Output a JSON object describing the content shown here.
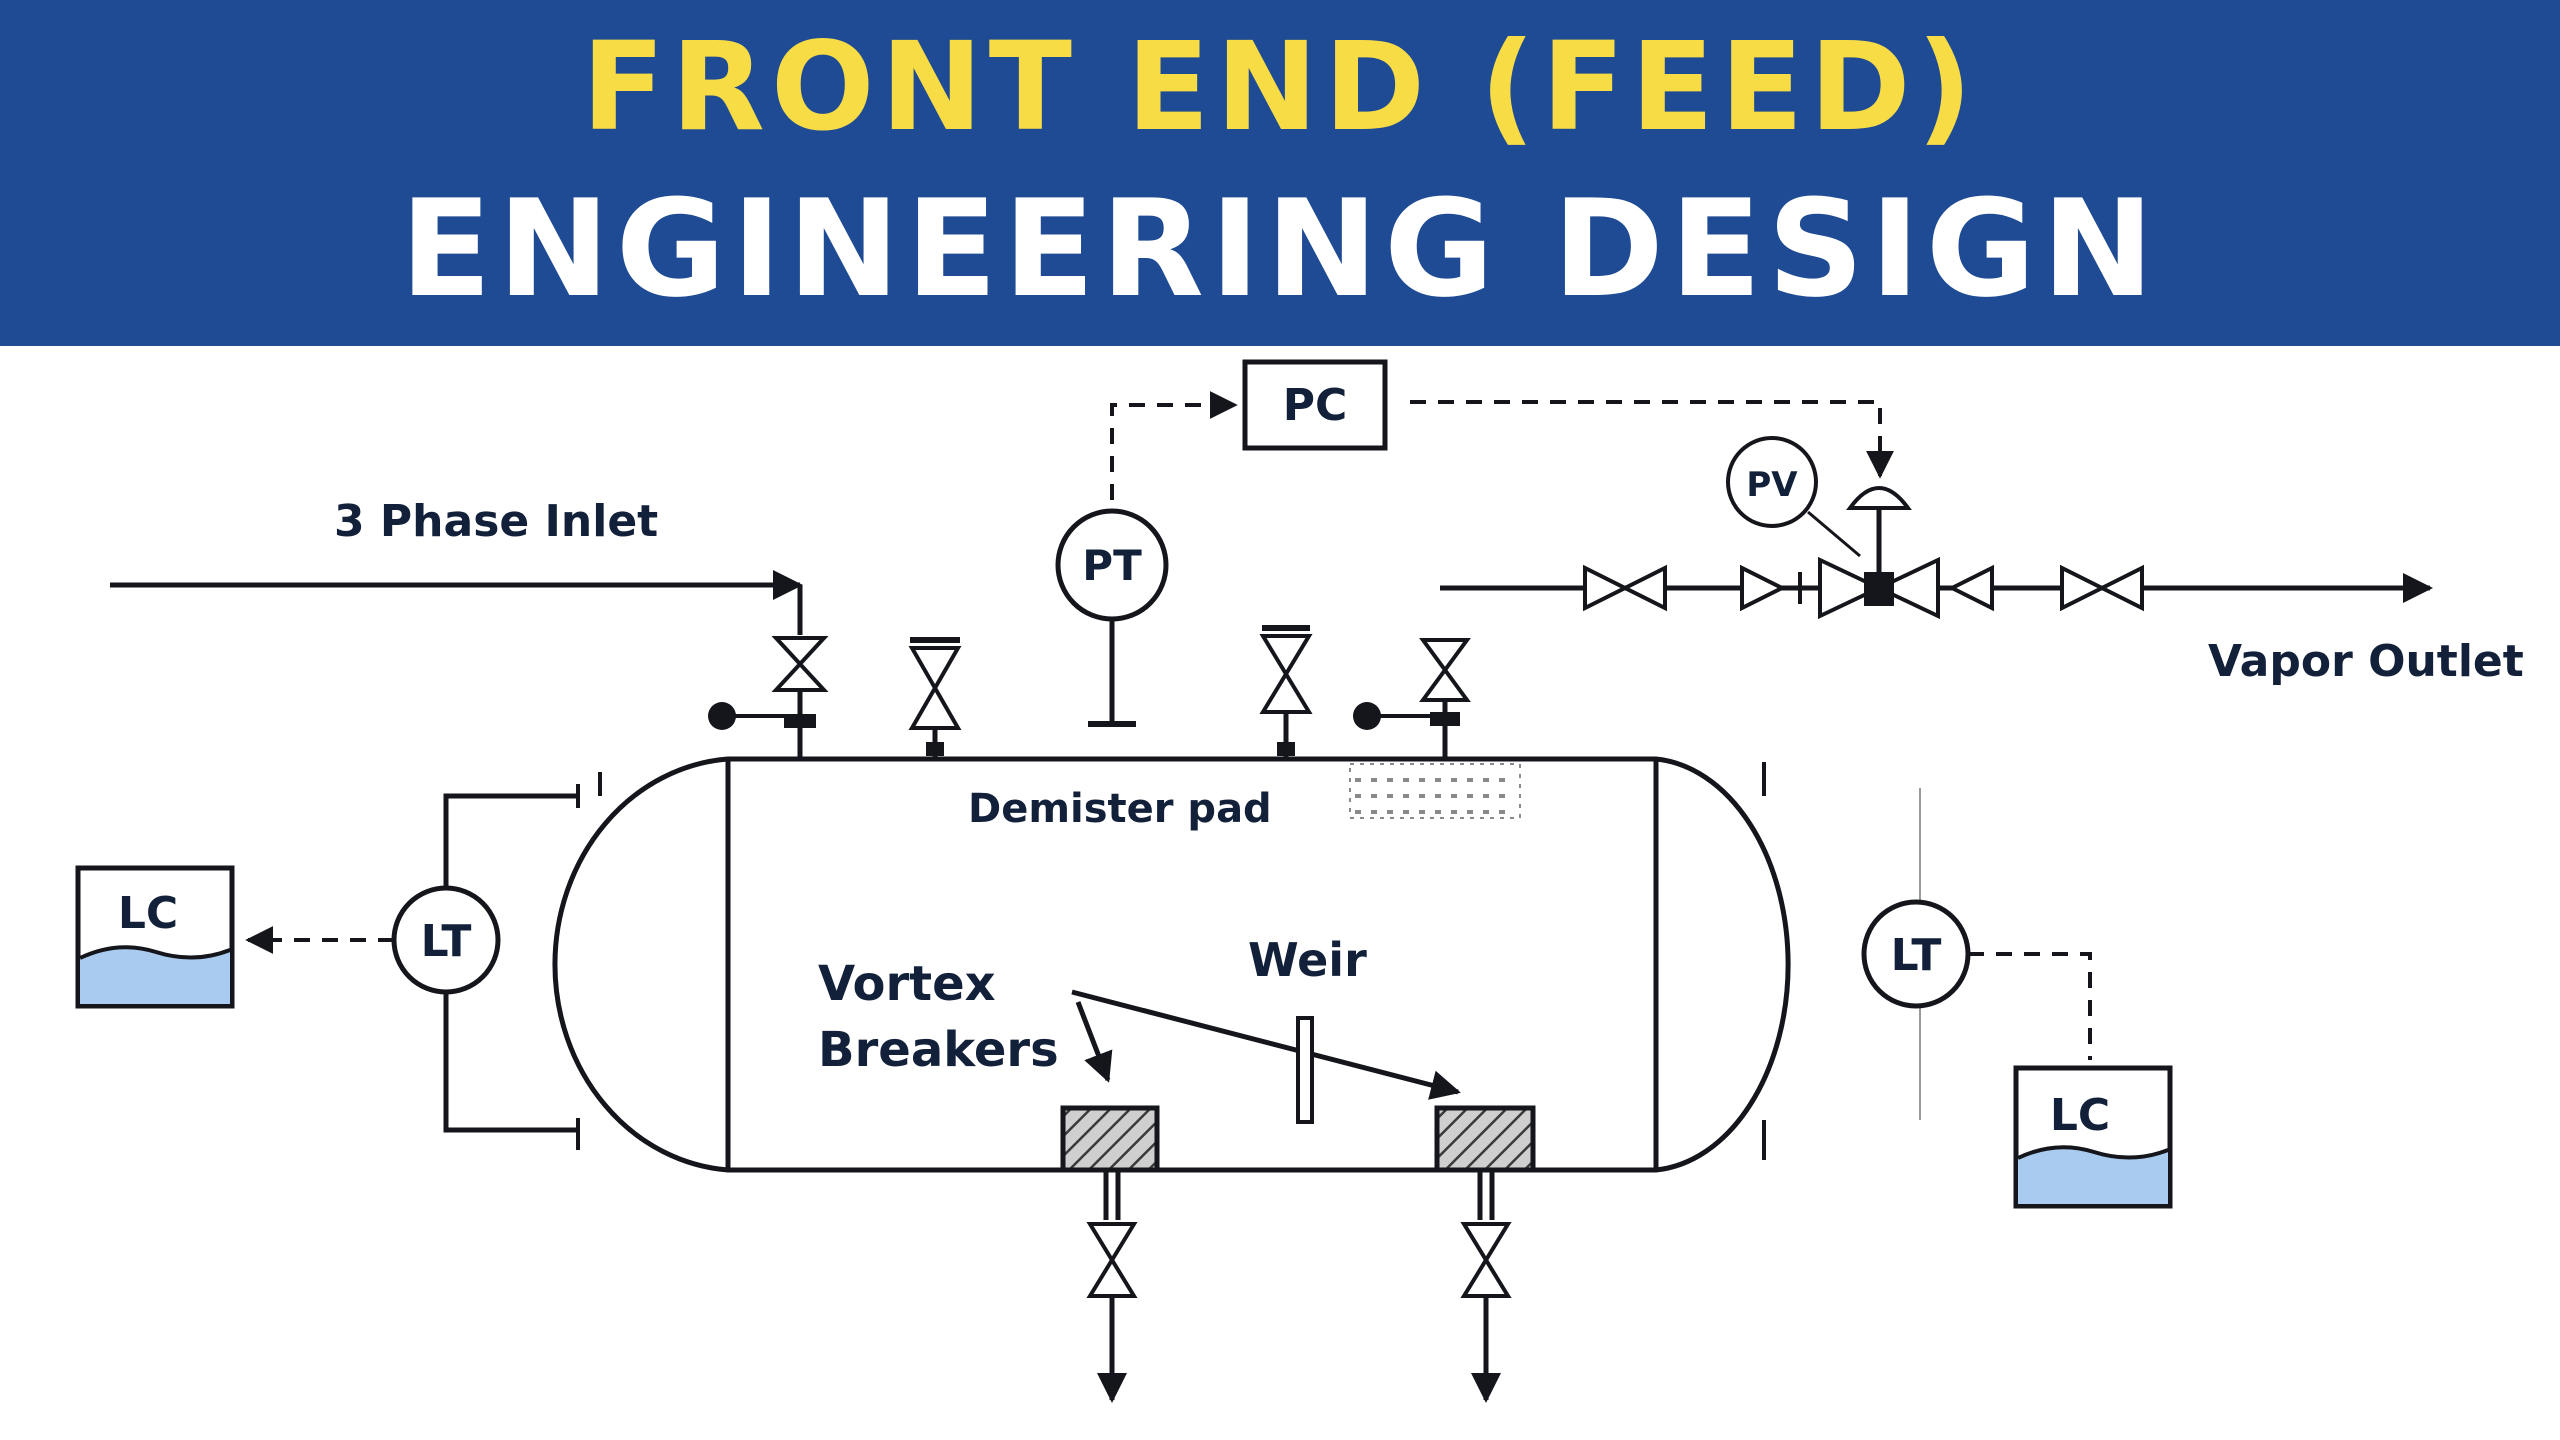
{
  "title": {
    "line1": "FRONT END (FEED)",
    "line2": "ENGINEERING DESIGN"
  },
  "labels": {
    "inlet": "3 Phase Inlet",
    "vapor_outlet": "Vapor Outlet",
    "demister": "Demister pad",
    "vortex_line1": "Vortex",
    "vortex_line2": "Breakers",
    "weir": "Weir"
  },
  "instruments": {
    "pc": "PC",
    "pt": "PT",
    "pv": "PV",
    "lt_left": "LT",
    "lt_right": "LT",
    "lc_left": "LC",
    "lc_right": "LC"
  },
  "colors": {
    "banner": "#1f4b94",
    "title_accent": "#f7dc45",
    "liquid": "#a9cbef"
  }
}
